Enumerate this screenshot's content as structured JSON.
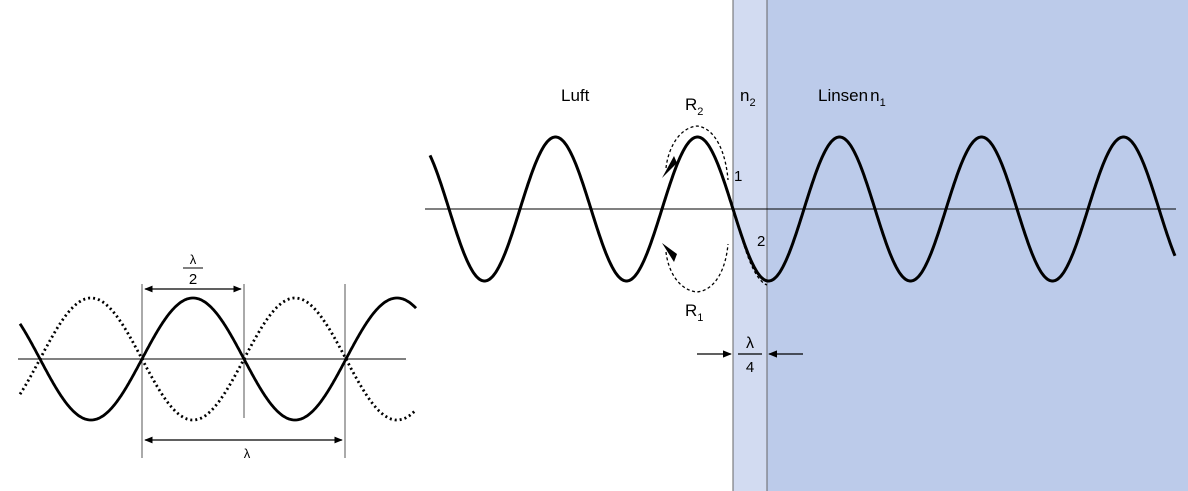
{
  "labels": {
    "luft": "Luft",
    "linsen_word": "Linsen",
    "linsen_sub": "1",
    "n_letter": "n",
    "n_sub": "2",
    "r_letter": "R",
    "r1_sub": "1",
    "r2_sub": "2",
    "point_1": "1",
    "point_2": "2",
    "lambda": "λ",
    "small_quarter_denom": "4",
    "small_half_denom": "2"
  },
  "colors": {
    "coating": "#d2dbf1",
    "lens": "#bccbea",
    "stroke": "#000000",
    "thin_line": "#555555"
  }
}
